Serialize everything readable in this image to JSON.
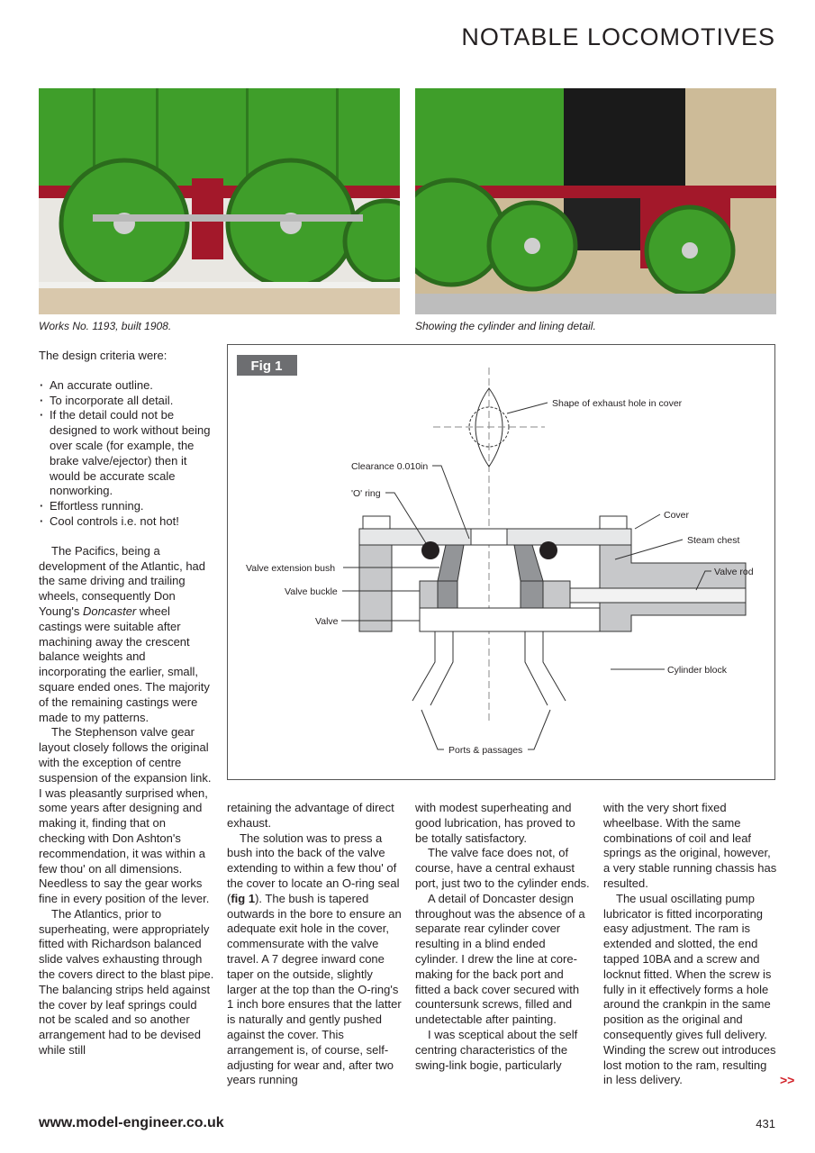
{
  "header": {
    "section": "NOTABLE LOCOMOTIVES"
  },
  "photos": [
    {
      "caption": "Works No. 1193, built 1908."
    },
    {
      "caption": "Showing the cylinder and lining detail."
    }
  ],
  "column1": {
    "intro": "The design criteria were:",
    "bullets": [
      "An accurate outline.",
      "To incorporate all detail.",
      "If the detail could not be designed to work without being over scale (for example, the brake valve/ejector) then it would be accurate scale nonworking.",
      "Effortless running.",
      "Cool controls i.e. not hot!"
    ],
    "p1_pre": "The Pacifics, being a development of the Atlantic, had the same driving and trailing wheels, consequently Don Young's ",
    "p1_em": "Doncaster",
    "p1_post": " wheel castings were suitable after machining away the crescent balance weights and incorporating the earlier, small, square ended ones. The majority of the remaining castings were made to my patterns.",
    "p2": "The Stephenson valve gear layout closely follows the original with the exception of centre suspension of the expansion link. I was pleasantly surprised when, some years after designing and making it, finding that on checking with Don Ashton's recommendation, it was within a few thou' on all dimensions. Needless to say the gear works fine in every position of the lever.",
    "p3": "The Atlantics, prior to superheating, were appropriately fitted with Richardson balanced slide valves exhausting through the covers direct to the blast pipe. The balancing strips held against the cover by leaf springs could not be scaled and so another arrangement had to be devised while still"
  },
  "column2": {
    "p1": "retaining the advantage of direct exhaust.",
    "p2_pre": "The solution was to press a bush into the back of the valve extending to within a few thou' of the cover to locate an O-ring seal (",
    "p2_ref": "fig 1",
    "p2_post": "). The bush is tapered outwards in the bore to ensure an adequate exit hole in the cover, commensurate with the valve travel. A 7 degree inward cone taper on the outside, slightly larger at the top than the O-ring's 1 inch bore ensures that the latter is naturally and gently pushed against the cover. This arrangement is, of course, self-adjusting for wear and, after two years running"
  },
  "column3": {
    "p1": "with modest superheating and good lubrication, has proved to be totally satisfactory.",
    "p2": "The valve face does not, of course, have a central exhaust port, just two to the cylinder ends.",
    "p3": "A detail of Doncaster design throughout was the absence of a separate rear cylinder cover resulting in a blind ended cylinder. I drew the line at core-making for the back port and fitted a back cover secured with countersunk screws, filled and undetectable after painting.",
    "p4": "I was sceptical about the self centring characteristics of the swing-link bogie, particularly"
  },
  "column4": {
    "p1": "with the very short fixed wheelbase. With the same combinations of coil and leaf springs as the original, however, a very stable running chassis has resulted.",
    "p2": "The usual oscillating pump lubricator is fitted incorporating easy adjustment. The ram is extended and slotted, the end tapped 10BA and a screw and locknut fitted. When the screw is fully in it effectively forms a hole around the crankpin in the same position as the original and consequently gives full delivery. Winding the screw out introduces lost motion to the ram, resulting in less delivery."
  },
  "figure": {
    "label": "Fig 1",
    "labels": {
      "exhaust_hole": "Shape of exhaust hole in cover",
      "clearance": "Clearance 0.010in",
      "o_ring": "'O' ring",
      "cover": "Cover",
      "steam_chest": "Steam chest",
      "valve_extension_bush": "Valve extension bush",
      "valve_rod": "Valve rod",
      "valve_buckle": "Valve buckle",
      "valve": "Valve",
      "cylinder_block": "Cylinder block",
      "ports": "Ports & passages"
    }
  },
  "footer": {
    "url": "www.model-engineer.co.uk",
    "page": "431",
    "continue_mark": ">>"
  },
  "colors": {
    "loco_green": "#3f9e2a",
    "loco_red": "#a3182a",
    "continue_red": "#d2232a",
    "fig_label_bg": "#6d6e71"
  }
}
